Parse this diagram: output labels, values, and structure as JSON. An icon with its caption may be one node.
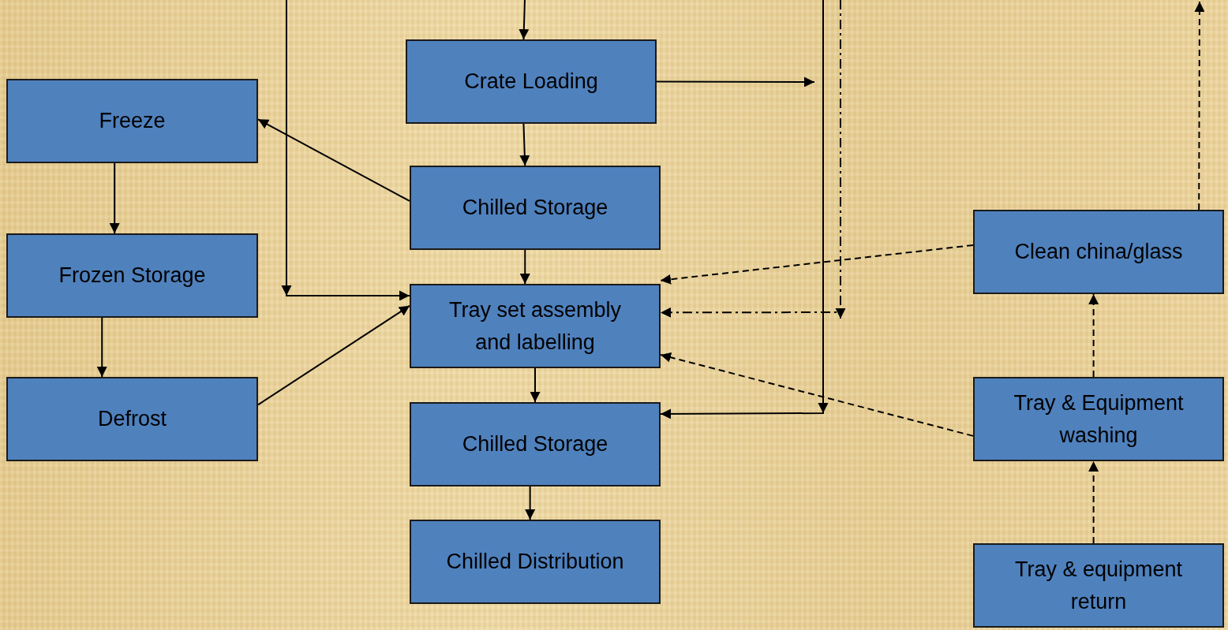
{
  "diagram": {
    "nodes": [
      {
        "text": [
          "Freeze"
        ]
      },
      {
        "text": [
          "Frozen Storage"
        ]
      },
      {
        "text": [
          "Defrost"
        ]
      },
      {
        "text": [
          "Crate Loading"
        ]
      },
      {
        "text": [
          "Chilled Storage"
        ]
      },
      {
        "text": [
          "Tray set assembly and labelling"
        ]
      },
      {
        "text": [
          "Chilled Storage"
        ]
      },
      {
        "text": [
          "Chilled Distribution"
        ]
      },
      {
        "text": [
          "Clean china/glass"
        ]
      },
      {
        "text": [
          "Tray & Equipment washing"
        ]
      },
      {
        "text": [
          "Tray & equipment return"
        ]
      }
    ],
    "edges": [
      {
        "from": null,
        "to": 3,
        "arrow": "to"
      },
      {
        "from": null,
        "to": 5,
        "arrow": "to"
      },
      {
        "from": 3,
        "to": null,
        "arrow": "to"
      },
      {
        "from": null,
        "to": 6,
        "arrow": "to"
      },
      {
        "from": null,
        "to": 5,
        "arrow": "to",
        "style": "dashed"
      },
      {
        "from": 4,
        "to": 0,
        "arrow": "to"
      },
      {
        "from": 0,
        "to": 1,
        "arrow": "to"
      },
      {
        "from": 1,
        "to": 2,
        "arrow": "to"
      },
      {
        "from": 2,
        "to": 5,
        "arrow": "to"
      },
      {
        "from": 3,
        "to": 4,
        "arrow": "to"
      },
      {
        "from": 4,
        "to": 5,
        "arrow": "to"
      },
      {
        "from": 5,
        "to": 6,
        "arrow": "to"
      },
      {
        "from": 6,
        "to": 7,
        "arrow": "to"
      },
      {
        "from": 8,
        "to": 5,
        "arrow": "to",
        "style": "dashed"
      },
      {
        "from": 9,
        "to": 5,
        "arrow": "to",
        "style": "dashed"
      },
      {
        "from": 9,
        "to": 8,
        "arrow": "to",
        "style": "dashed"
      },
      {
        "from": 10,
        "to": 9,
        "arrow": "to",
        "style": "dashed"
      },
      {
        "from": 8,
        "to": null,
        "arrow": "to",
        "style": "dashed"
      }
    ]
  }
}
